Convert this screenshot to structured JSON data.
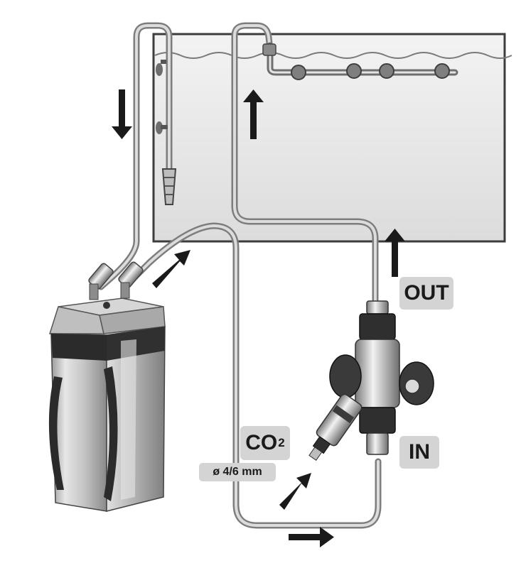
{
  "labels": {
    "out": "OUT",
    "in": "IN",
    "co2_main": "CO",
    "co2_sub": "2",
    "diameter": "ø 4/6 mm"
  },
  "colors": {
    "tank_fill": "#e9e9e9",
    "tank_stroke": "#3c3c3c",
    "hose": "#9a9a9a",
    "arrow": "#1a1a1a",
    "label_bg": "#d4d4d4",
    "canister_dark": "#2b2b2b",
    "canister_light": "#c9c9c9"
  },
  "icons": {
    "flow_arrow": "flow-arrow-icon",
    "canister": "canister-filter-icon",
    "reactor": "co2-reactor-icon",
    "spray_bar": "spray-bar-icon",
    "intake_strainer": "intake-strainer-icon"
  }
}
